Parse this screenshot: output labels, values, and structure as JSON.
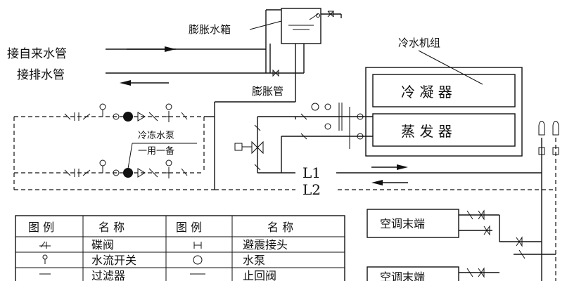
{
  "labels": {
    "expansion_tank": "膨胀水箱",
    "tap_water_in": "接自来水管",
    "drain_out": "接排水管",
    "expansion_pipe": "膨胀管",
    "chiller_unit": "冷水机组",
    "condenser": "冷 凝 器",
    "evaporator": "蒸 发 器",
    "chilled_pump": "冷冻水泵",
    "one_use_one_standby": "一用一备",
    "supply_line": "L1",
    "return_line": "L2",
    "terminal_1": "空调末端",
    "terminal_2": "空调末端"
  },
  "legend": {
    "headers": [
      "图  例",
      "名 称",
      "图  例",
      "名 称"
    ],
    "rows": [
      {
        "left_name": "碟阀",
        "right_name": "避震接头"
      },
      {
        "left_name": "水流开关",
        "right_name": "水泵"
      },
      {
        "left_name": "过滤器",
        "right_name": "止回阀"
      }
    ]
  }
}
